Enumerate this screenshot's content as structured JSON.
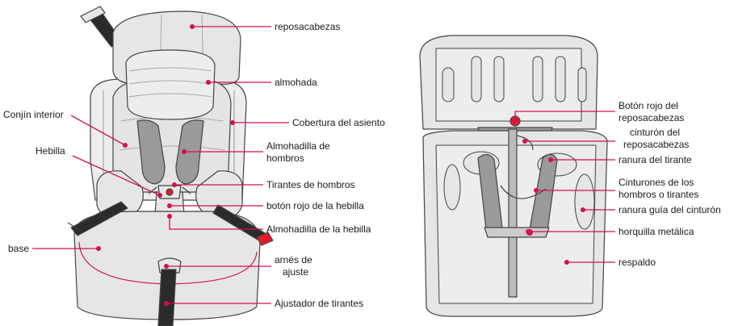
{
  "colors": {
    "callout": "#d31249",
    "seat_fill": "#e6e6e6",
    "seat_fill_light": "#ededed",
    "padding_fill": "#9a9a9a",
    "strap_fill": "#2b2b2b",
    "outline": "#444444",
    "red_button": "#e21b2a"
  },
  "labels": {
    "reposacabezas": "reposacabezas",
    "almohada": "almohada",
    "conjin_interior": "Conjín interior",
    "cobertura_asiento": "Cobertura del asiento",
    "hebilla": "Hebilla",
    "almohadilla_hombros_1": "Almohadilla de",
    "almohadilla_hombros_2": "hombros",
    "tirantes_hombros": "Tirantes de hombros",
    "boton_rojo_hebilla": "botón rojo de la hebilla",
    "almohadilla_hebilla": "Almohadilla de la hebilla",
    "base": "base",
    "arnes_ajuste_1": "arnés de",
    "arnes_ajuste_2": "ajuste",
    "ajustador_tirantes": "Ajustador de tirantes",
    "boton_rojo_reposacabezas_1": "Botón rojo del",
    "boton_rojo_reposacabezas_2": "reposacabezas",
    "cinturon_reposacabezas_1": "cinturón del",
    "cinturon_reposacabezas_2": "reposacabezas",
    "ranura_tirante": "ranura del tirante",
    "cinturones_hombros_1": "Cinturones de los",
    "cinturones_hombros_2": "hombros o tirantes",
    "ranura_guia": "ranura guía del cinturón",
    "horquilla_metalica": "horquilla metálica",
    "respaldo": "respaldo"
  }
}
